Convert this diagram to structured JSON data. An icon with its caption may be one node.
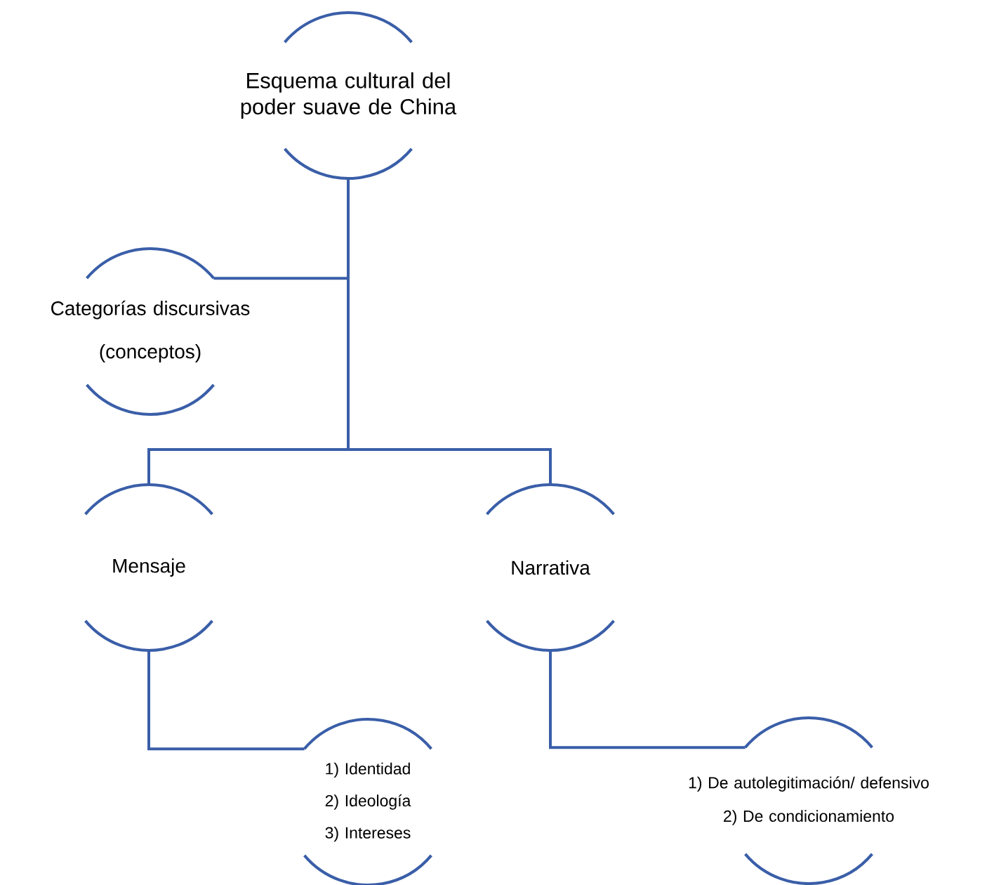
{
  "diagram": {
    "nodes": [
      {
        "text": [
          "Esquema cultural del poder suave de China"
        ]
      },
      {
        "text": [
          "Categorías discursivas",
          "(conceptos)"
        ]
      },
      {
        "text": [
          "Mensaje"
        ]
      },
      {
        "text": [
          "Narrativa"
        ]
      },
      {
        "text": [
          "1) Identidad",
          "2) Ideología",
          "3) Intereses"
        ]
      },
      {
        "text": [
          "1) De autolegitimación/ defensivo",
          "2) De condicionamiento"
        ]
      }
    ],
    "edges": [
      {
        "from": 0,
        "to": 1,
        "arrow": "none"
      },
      {
        "from": 0,
        "to": 2,
        "arrow": "none"
      },
      {
        "from": 0,
        "to": 3,
        "arrow": "none"
      },
      {
        "from": 2,
        "to": 4,
        "arrow": "none"
      },
      {
        "from": 3,
        "to": 5,
        "arrow": "none"
      }
    ]
  }
}
